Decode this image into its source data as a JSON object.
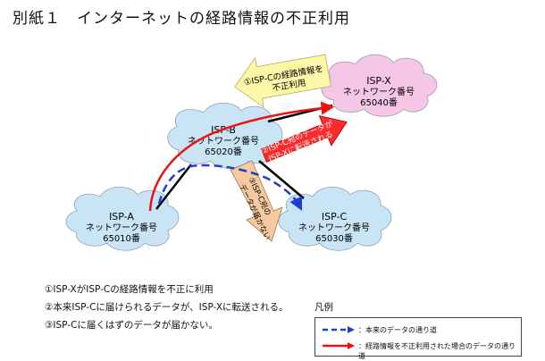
{
  "title": "別紙１　インターネットの経路情報の不正利用",
  "nodes": {
    "isp_a": {
      "name": "ISP-A",
      "line2": "ネットワーク番号",
      "line3": "65010番"
    },
    "isp_b": {
      "name": "ISP-B",
      "line2": "ネットワーク番号",
      "line3": "65020番"
    },
    "isp_c": {
      "name": "ISP-C",
      "line2": "ネットワーク番号",
      "line3": "65030番"
    },
    "isp_x": {
      "name": "ISP-X",
      "line2": "ネットワーク番号",
      "line3": "65040番"
    }
  },
  "arrows": {
    "a1_line1": "①ISP-Cの経路情報を",
    "a1_line2": "不正利用",
    "a2_line1": "②ISP-C宛のデータが",
    "a2_line2": "ISP-Xに転送される",
    "a3_line1": "③ISP-C宛の",
    "a3_line2": "データが届かない"
  },
  "notes": [
    "①ISP-XがISP-Cの経路情報を不正に利用",
    "②本来ISP-Cに届けられるデータが、ISP-Xに転送される。",
    "③ISP-Cに届くはずのデータが届かない。"
  ],
  "legend": {
    "title": "凡例",
    "normal": "：本来のデータの通り道",
    "abuse": "：経路情報を不正利用された場合のデータの通り道"
  },
  "colors": {
    "cloud_fill": "#c9e4f5",
    "cloud_x_fill": "#f6c6e6",
    "arrow1_fill": "#fdf7a8",
    "arrow2_fill": "#ff2a2a",
    "arrow3_fill": "#f7c9a0",
    "path_red": "#ee1111",
    "path_blue": "#1d3fd1"
  }
}
